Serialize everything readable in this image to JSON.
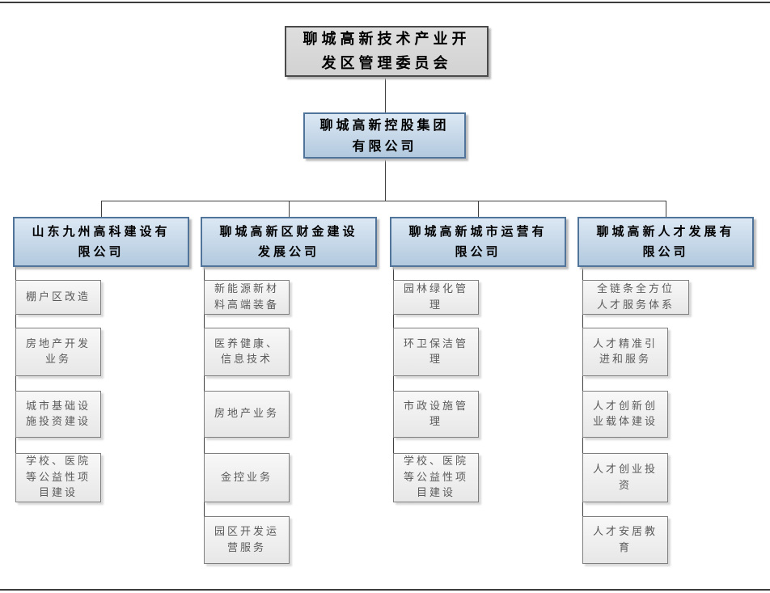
{
  "diagram": {
    "type": "org-chart",
    "root": {
      "label": "聊城高新技术产业开发区管理委员会"
    },
    "holding": {
      "label": "聊城高新控股集团有限公司"
    },
    "branches": [
      {
        "label": "山东九州高科建设有限公司",
        "children": [
          "棚户区改造",
          "房地产开发业务",
          "城市基础设施投资建设",
          "学校、医院等公益性项目建设"
        ]
      },
      {
        "label": "聊城高新区财金建设发展公司",
        "children": [
          "新能源新材料高端装备",
          "医养健康、信息技术",
          "房地产业务",
          "金控业务",
          "园区开发运营服务"
        ]
      },
      {
        "label": "聊城高新城市运营有限公司",
        "children": [
          "园林绿化管理",
          "环卫保洁管理",
          "市政设施管理",
          "学校、医院等公益性项目建设"
        ]
      },
      {
        "label": "聊城高新人才发展有限公司",
        "children": [
          "全链条全方位人才服务体系",
          "人才精准引进和服务",
          "人才创新创业载体建设",
          "人才创业投资",
          "人才安居教育"
        ]
      }
    ],
    "colors": {
      "root_fill": "#d9d9d9",
      "root_border": "#4a4a4a",
      "blue_fill_top": "#dce8f4",
      "blue_fill_bottom": "#b2c9de",
      "blue_border": "#51749a",
      "child_fill_top": "#f8f8f8",
      "child_fill_bottom": "#e7e7e7",
      "child_border": "#7f7f7f",
      "child_text": "#5a5a5a",
      "connector": "#404040",
      "page_border": "#3c3c3c"
    }
  }
}
